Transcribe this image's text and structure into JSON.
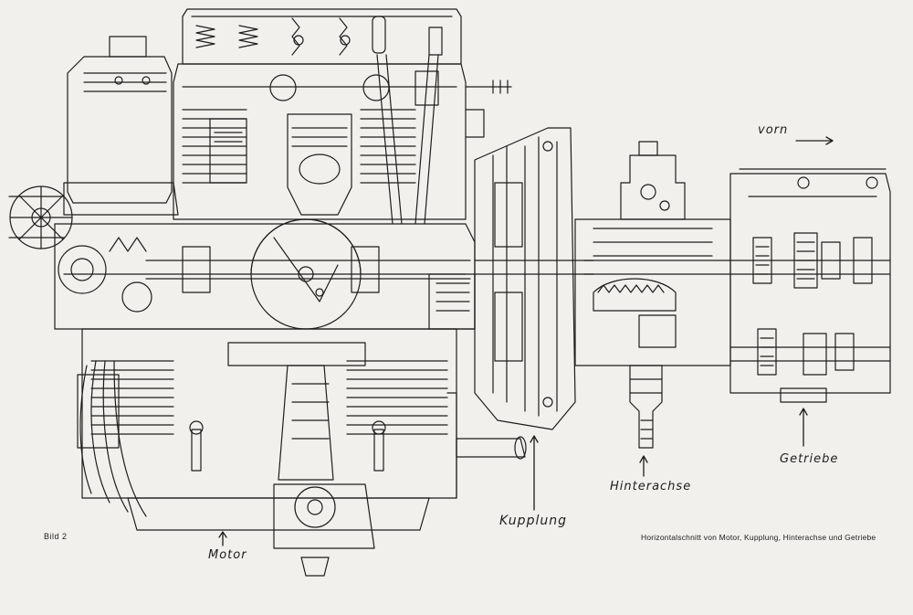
{
  "figure": {
    "number_label": "Bild 2",
    "caption": "Horizontalschnitt von Motor, Kupplung, Hinterachse und Getriebe"
  },
  "labels": {
    "motor": "Motor",
    "kupplung": "Kupplung",
    "hinterachse": "Hinterachse",
    "getriebe": "Getriebe",
    "direction": "vorn"
  },
  "colors": {
    "paper": "#f1f0ec",
    "ink": "#1d1d1d"
  }
}
